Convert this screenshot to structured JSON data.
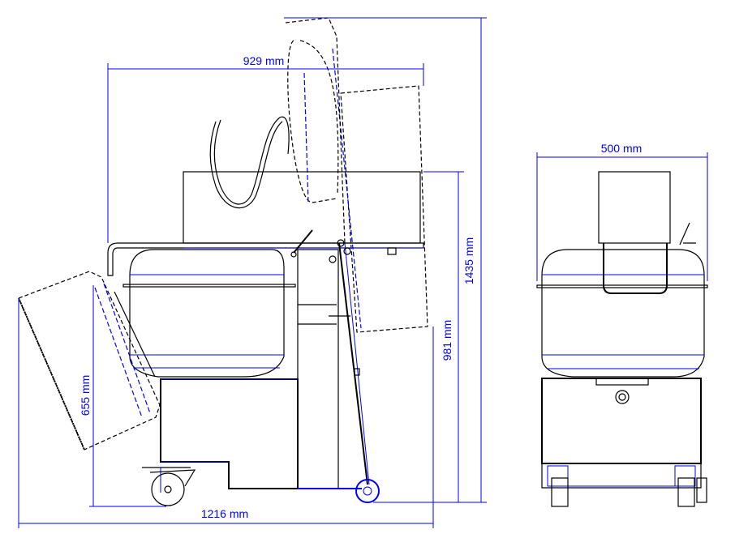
{
  "drawing": {
    "side_view": {
      "dimensions": {
        "head_depth": "929 mm",
        "total_height": "1435 mm",
        "bowl_height": "981 mm",
        "tilted_bowl_height": "655 mm",
        "total_length": "1216 mm"
      }
    },
    "front_view": {
      "dimensions": {
        "width": "500 mm"
      }
    },
    "colors": {
      "line": "#000000",
      "dimension": "#0000ff"
    }
  }
}
